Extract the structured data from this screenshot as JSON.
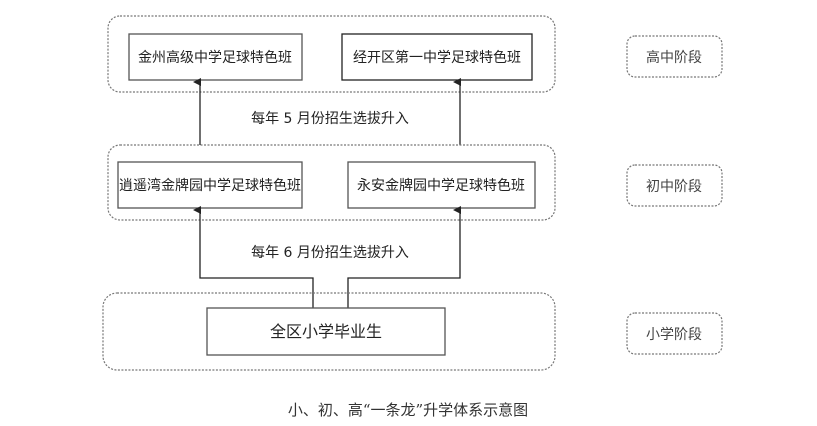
{
  "high_school": {
    "stage": "高中阶段",
    "classes": [
      "金州高级中学足球特色班",
      "经开区第一中学足球特色班"
    ]
  },
  "transition_to_high": "每年 5 月份招生选拔升入",
  "middle_school": {
    "stage": "初中阶段",
    "classes": [
      "逍遥湾金牌园中学足球特色班",
      "永安金牌园中学足球特色班"
    ]
  },
  "transition_to_middle": "每年 6 月份招生选拔升入",
  "primary_school": {
    "stage": "小学阶段",
    "source": "全区小学毕业生"
  },
  "caption": "小、初、高“一条龙”升学体系示意图"
}
